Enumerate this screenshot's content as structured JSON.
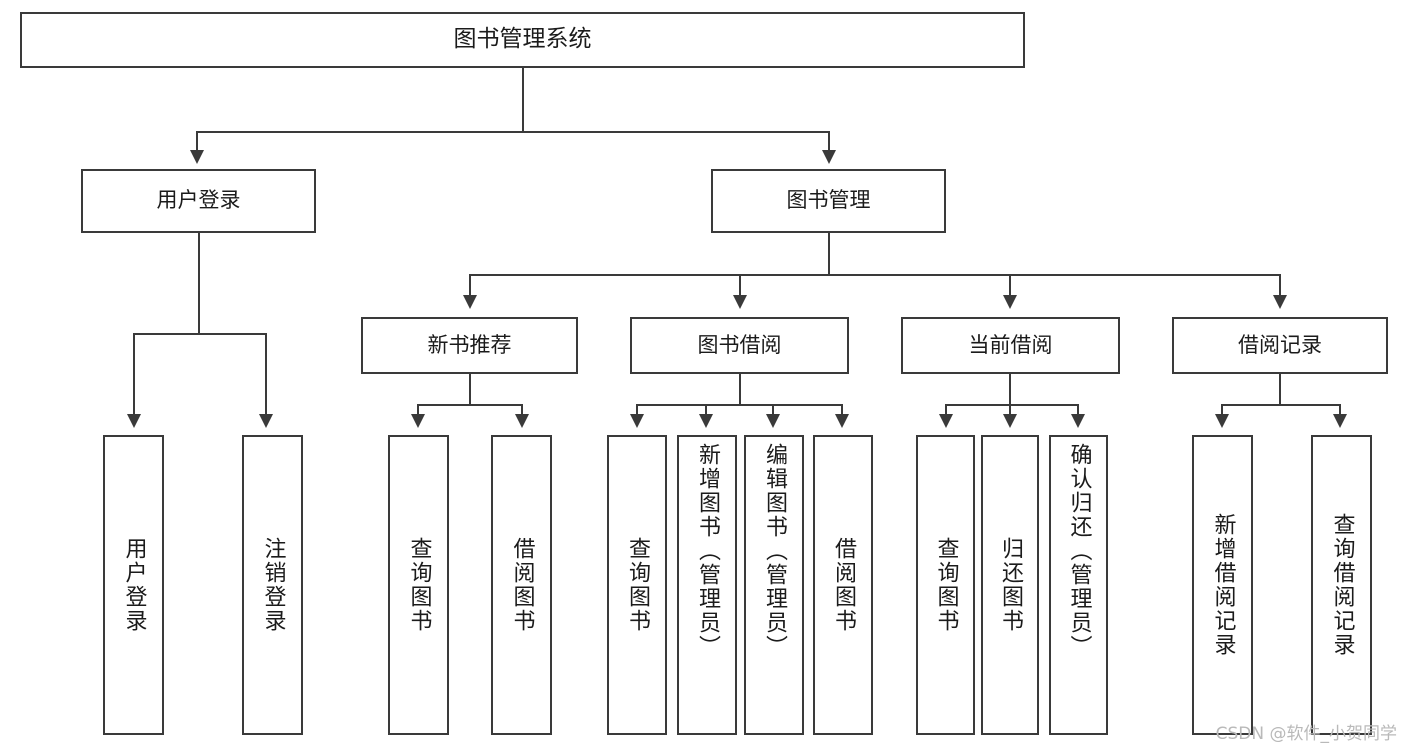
{
  "diagram": {
    "title": "图书管理系统",
    "type": "hierarchy-tree",
    "watermark": "CSDN @软件_小贺同学",
    "colors": {
      "stroke": "#3a3a3a",
      "box_fill": "#ffffff",
      "text": "#1b1b1b",
      "watermark": "#b9b9b9",
      "background": "#ffffff"
    },
    "root": {
      "label": "图书管理系统"
    },
    "level2": [
      {
        "label": "用户登录"
      },
      {
        "label": "图书管理"
      }
    ],
    "level3": [
      {
        "label": "新书推荐"
      },
      {
        "label": "图书借阅"
      },
      {
        "label": "当前借阅"
      },
      {
        "label": "借阅记录"
      }
    ],
    "leaves": {
      "user_login": [
        {
          "label": "用户登录"
        },
        {
          "label": "注销登录"
        }
      ],
      "new_book": [
        {
          "label": "查询图书"
        },
        {
          "label": "借阅图书"
        }
      ],
      "book_borrow": [
        {
          "label": "查询图书"
        },
        {
          "label": "新增图书（管理员）"
        },
        {
          "label": "编辑图书（管理员）"
        },
        {
          "label": "借阅图书"
        }
      ],
      "current_borrow": [
        {
          "label": "查询图书"
        },
        {
          "label": "归还图书"
        },
        {
          "label": "确认归还（管理员）"
        }
      ],
      "borrow_record": [
        {
          "label": "新增借阅记录"
        },
        {
          "label": "查询借阅记录"
        }
      ]
    }
  }
}
